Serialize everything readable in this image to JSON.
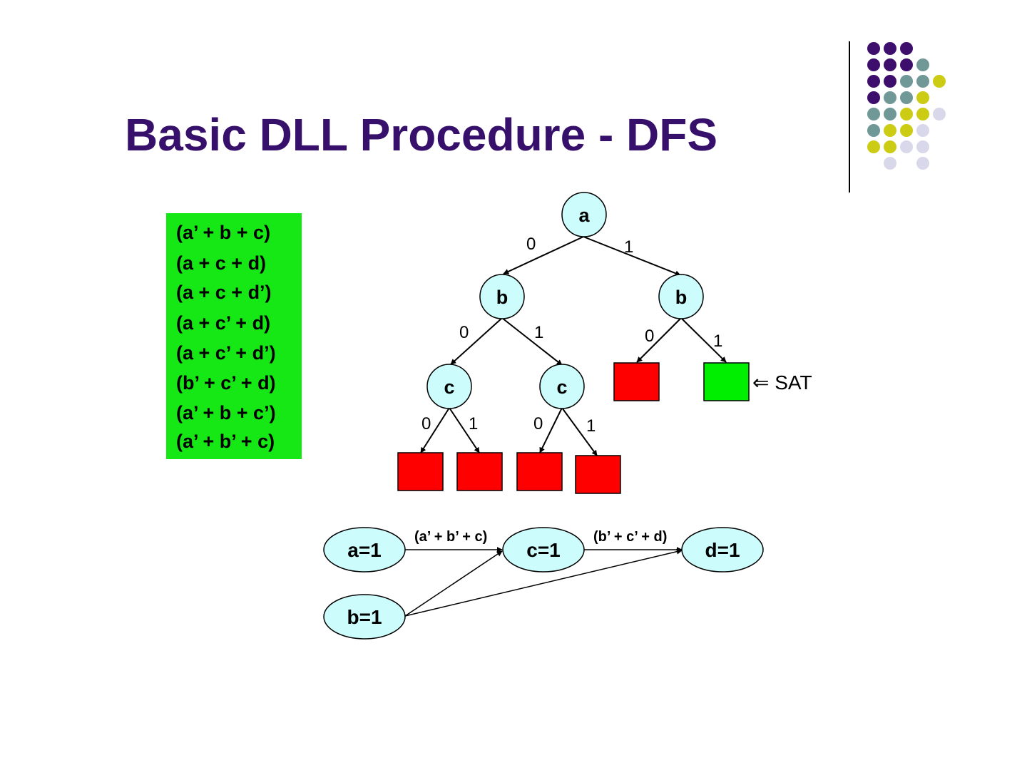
{
  "slide": {
    "title": "Basic DLL Procedure - DFS"
  },
  "clauses": [
    "(a’ + b + c)",
    "(a + c + d)",
    "(a + c + d’)",
    "(a + c’ + d)",
    "(a + c’ + d’)",
    "(b’ + c’ + d)",
    "(a’ + b + c’)",
    "(a’ + b’ + c)"
  ],
  "tree": {
    "nodes": {
      "a": "a",
      "b_left": "b",
      "b_right": "b",
      "c_left": "c",
      "c_right": "c"
    },
    "edge_labels": {
      "a_0": "0",
      "a_1": "1",
      "bl_0": "0",
      "bl_1": "1",
      "br_0": "0",
      "br_1": "1",
      "cl_0": "0",
      "cl_1": "1",
      "cr_0": "0",
      "cr_1": "1"
    },
    "sat_label": "⇐ SAT"
  },
  "implication_graph": {
    "nodes": {
      "a1": "a=1",
      "b1": "b=1",
      "c1": "c=1",
      "d1": "d=1"
    },
    "edge_labels": {
      "to_c": "(a’ + b’ + c)",
      "to_d": "(b’ + c’ + d)"
    }
  },
  "colors": {
    "title": "#36106b",
    "node_fill": "#ccfcfc",
    "conflict": "#ff0000",
    "sat": "#00ee00",
    "clause_box": "#16e816"
  }
}
